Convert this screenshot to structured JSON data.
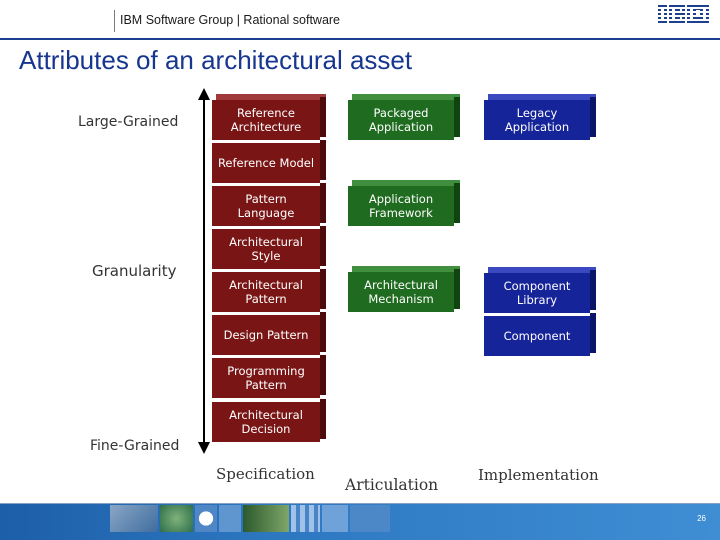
{
  "header": {
    "text": "IBM Software Group | Rational software",
    "logo_text": "IBM"
  },
  "title": "Attributes of an architectural asset",
  "axis": {
    "top_label": "Large-Grained",
    "middle_label": "Granularity",
    "bottom_label": "Fine-Grained"
  },
  "columns": {
    "specification": "Specification",
    "articulation": "Articulation",
    "implementation": "Implementation"
  },
  "boxes": {
    "specification": [
      "Reference Architecture",
      "Reference Model",
      "Pattern Language",
      "Architectural Style",
      "Architectural Pattern",
      "Design Pattern",
      "Programming Pattern",
      "Architectural Decision"
    ],
    "articulation": [
      "Packaged Application",
      "Application Framework",
      "Architectural Mechanism"
    ],
    "implementation": [
      "Legacy Application",
      "Component Library",
      "Component"
    ]
  },
  "colors": {
    "specification": "#7a1515",
    "articulation": "#1f6b1f",
    "implementation": "#16249a",
    "title": "#17368f"
  },
  "footer": {
    "page_number": "26"
  }
}
